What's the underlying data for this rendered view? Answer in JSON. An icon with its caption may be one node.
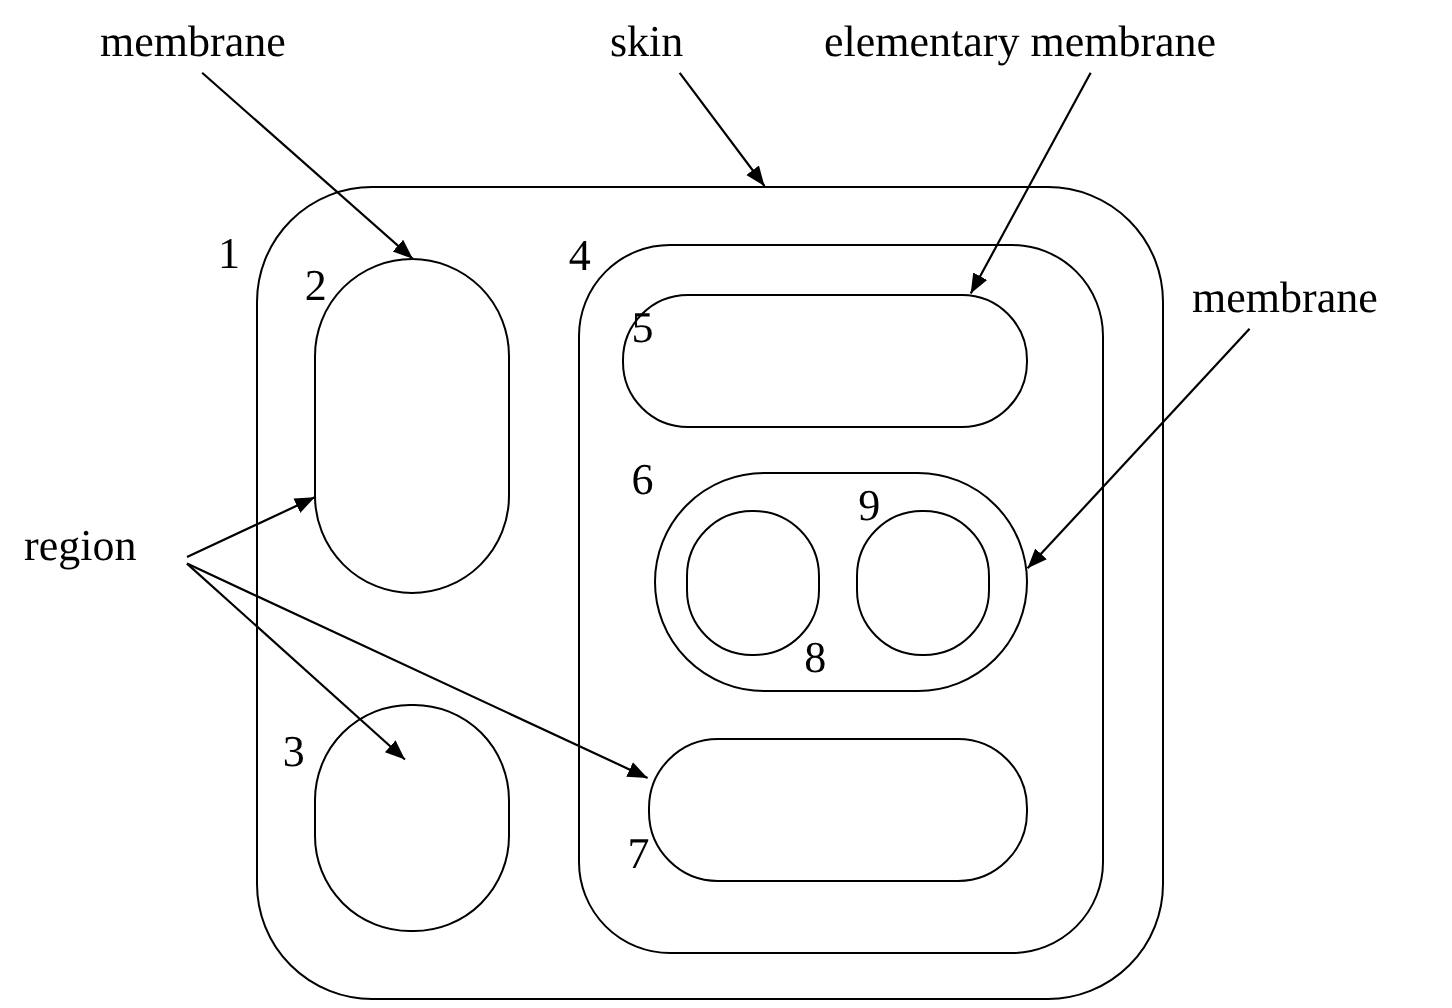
{
  "diagram": {
    "nodes": [
      {
        "text": [
          "1"
        ]
      },
      {
        "text": [
          "2"
        ],
        "in": 0
      },
      {
        "text": [
          "3"
        ],
        "in": 0
      },
      {
        "text": [
          "4"
        ],
        "in": 0
      },
      {
        "text": [
          "5"
        ],
        "in": 3
      },
      {
        "text": [
          "6"
        ],
        "in": 3
      },
      {
        "text": [
          "8"
        ],
        "in": 5
      },
      {
        "text": [
          "9"
        ],
        "in": 5
      },
      {
        "text": [
          "7"
        ],
        "in": 3
      },
      {
        "text": [
          "membrane"
        ]
      },
      {
        "text": [
          "skin"
        ]
      },
      {
        "text": [
          "elementary membrane"
        ]
      },
      {
        "text": [
          "membrane"
        ]
      },
      {
        "text": [
          "region"
        ]
      }
    ],
    "edges": [
      {
        "from": 9,
        "to": 1,
        "arrow": "to"
      },
      {
        "from": 10,
        "to": 0,
        "arrow": "to"
      },
      {
        "from": 11,
        "to": 4,
        "arrow": "to"
      },
      {
        "from": 12,
        "to": 5,
        "arrow": "to"
      },
      {
        "from": 13,
        "to": 1,
        "arrow": "to"
      },
      {
        "from": 13,
        "to": 2,
        "arrow": "to"
      },
      {
        "from": 13,
        "to": 8,
        "arrow": "to"
      }
    ]
  }
}
